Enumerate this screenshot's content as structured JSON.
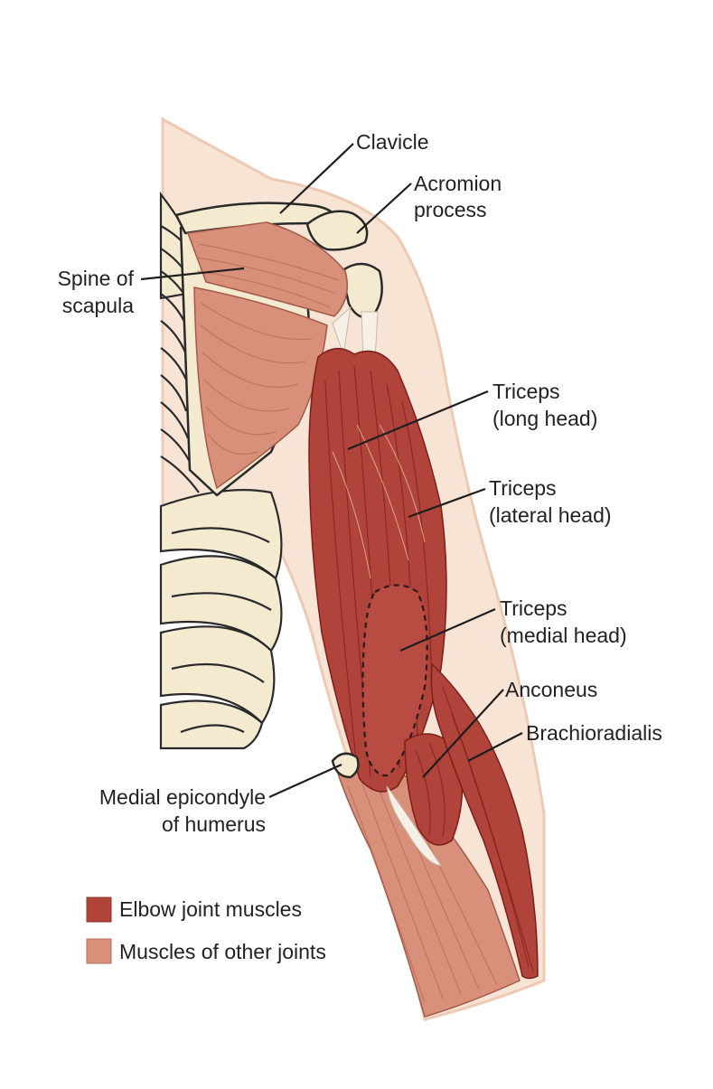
{
  "labels": {
    "clavicle": "Clavicle",
    "acromion_1": "Acromion",
    "acromion_2": "process",
    "spine_1": "Spine of",
    "spine_2": "scapula",
    "triceps_long_1": "Triceps",
    "triceps_long_2": "(long head)",
    "triceps_lateral_1": "Triceps",
    "triceps_lateral_2": "(lateral head)",
    "triceps_medial_1": "Triceps",
    "triceps_medial_2": "(medial head)",
    "anconeus": "Anconeus",
    "brachioradialis": "Brachioradialis",
    "epicondyle_1": "Medial epicondyle",
    "epicondyle_2": "of humerus"
  },
  "legend": [
    {
      "label": "Elbow joint muscles",
      "color": "#b0433a"
    },
    {
      "label": "Muscles of other joints",
      "color": "#d9907a"
    }
  ],
  "colors": {
    "skin": "#f8e4d5",
    "skin_outline": "#eec9b4",
    "bone": "#f3ead0",
    "elbow_muscle": "#b0433a",
    "other_muscle": "#d9907a"
  }
}
